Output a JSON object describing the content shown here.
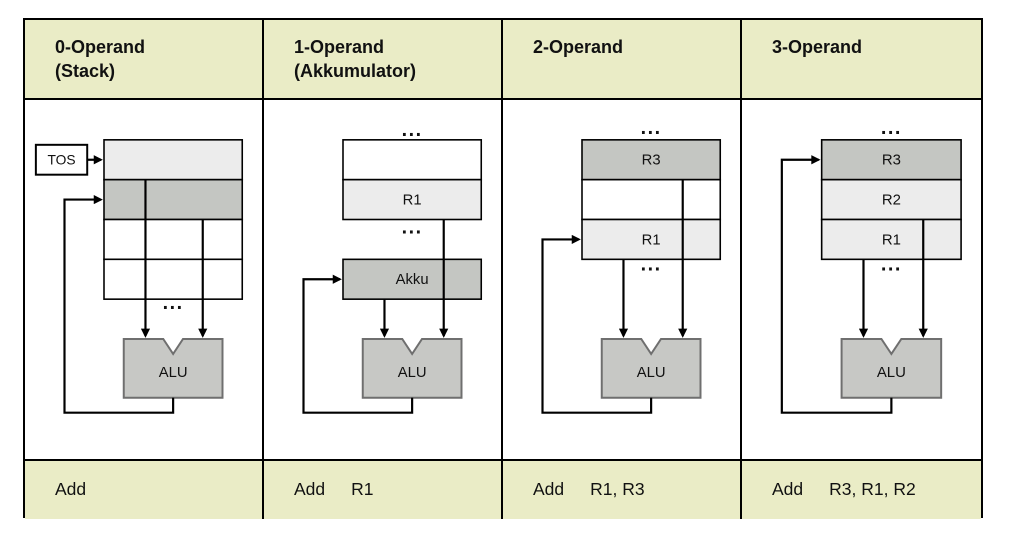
{
  "figure": {
    "kind": "instruction-set-architecture-comparison"
  },
  "ellipsis": "...",
  "colors": {
    "band_background": "#eaecc6",
    "border": "#000000",
    "register_light": "#ececec",
    "register_dark": "#c4c6c2",
    "alu_fill": "#c7c8c5",
    "alu_border": "#6f6f6f"
  },
  "columns": [
    {
      "id": "0-operand-stack",
      "header": "0-Operand",
      "header_sub": "(Stack)",
      "labels": {
        "tos": "TOS",
        "alu": "ALU"
      },
      "instruction": {
        "mnemonic": "Add",
        "operands": ""
      }
    },
    {
      "id": "1-operand-akkumulator",
      "header": "1-Operand",
      "header_sub": "(Akkumulator)",
      "labels": {
        "r1": "R1",
        "akku": "Akku",
        "alu": "ALU"
      },
      "instruction": {
        "mnemonic": "Add",
        "operands": "R1"
      }
    },
    {
      "id": "2-operand",
      "header": "2-Operand",
      "header_sub": "",
      "labels": {
        "r3": "R3",
        "r1": "R1",
        "alu": "ALU"
      },
      "instruction": {
        "mnemonic": "Add",
        "operands": "R1, R3"
      }
    },
    {
      "id": "3-operand",
      "header": "3-Operand",
      "header_sub": "",
      "labels": {
        "r3": "R3",
        "r2": "R2",
        "r1": "R1",
        "alu": "ALU"
      },
      "instruction": {
        "mnemonic": "Add",
        "operands": "R3, R1, R2"
      }
    }
  ]
}
